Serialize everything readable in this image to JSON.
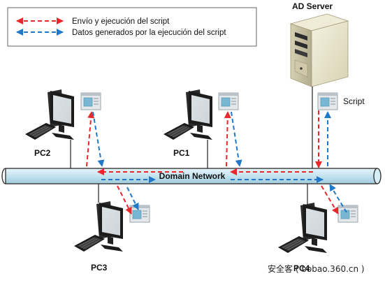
{
  "legend": {
    "item_red": "Envío y ejecución del script",
    "item_blue": "Datos generados por la ejecución del script",
    "red_color": "#e8282b",
    "blue_color": "#1f78c8"
  },
  "server": {
    "label": "AD Server",
    "icon": "tower-server-icon"
  },
  "network": {
    "label": "Domain Network",
    "color": "#cfe9f3"
  },
  "script_label": "Script",
  "pcs": [
    {
      "label": "PC2",
      "icon": "desktop-computer-icon"
    },
    {
      "label": "PC1",
      "icon": "desktop-computer-icon"
    },
    {
      "label": "PC3",
      "icon": "desktop-computer-icon"
    },
    {
      "label": "PC4",
      "icon": "desktop-computer-icon"
    }
  ],
  "watermark": "安全客 ( bobao.360.cn )"
}
